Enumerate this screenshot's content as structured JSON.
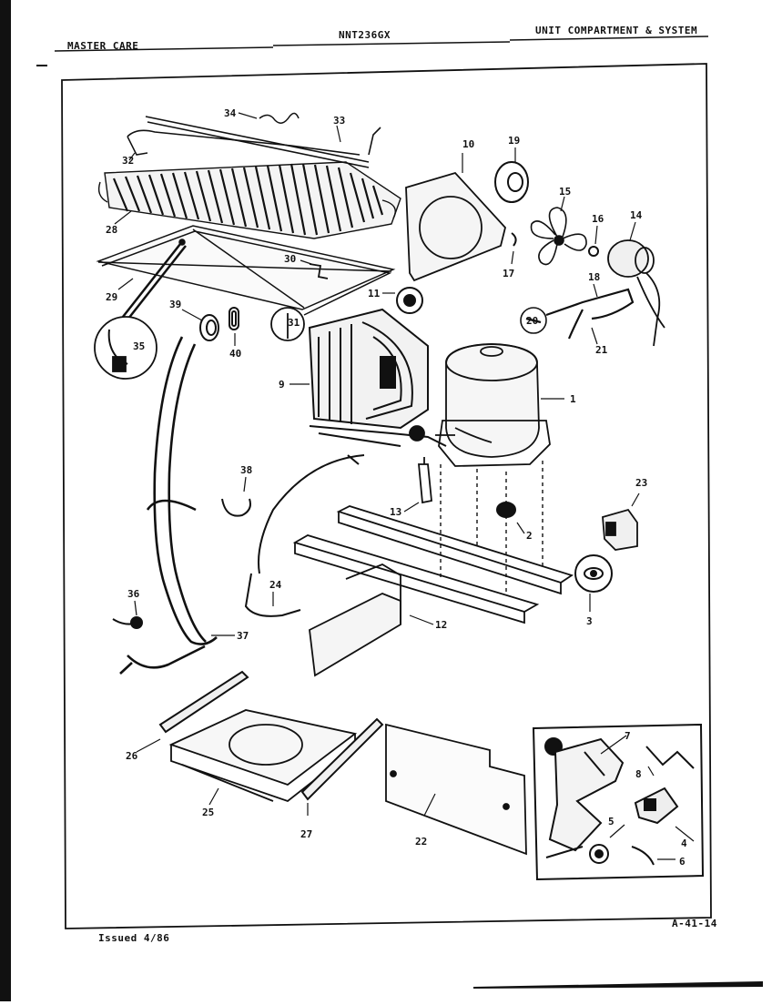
{
  "header": {
    "brand": "MASTER CARE",
    "model": "NNT236GX",
    "section": "UNIT COMPARTMENT & SYSTEM"
  },
  "footer": {
    "issued": "Issued 4/86",
    "page_code": "A-41-14"
  },
  "callouts": [
    "1",
    "2",
    "3",
    "4",
    "5",
    "6",
    "7",
    "8",
    "9",
    "10",
    "11",
    "12",
    "13",
    "14",
    "15",
    "16",
    "17",
    "18",
    "19",
    "20",
    "21",
    "22",
    "23",
    "24",
    "25",
    "26",
    "27",
    "28",
    "29",
    "30",
    "31",
    "32",
    "33",
    "34",
    "35",
    "36",
    "37",
    "38",
    "39",
    "40"
  ],
  "accent_color": "#111111"
}
